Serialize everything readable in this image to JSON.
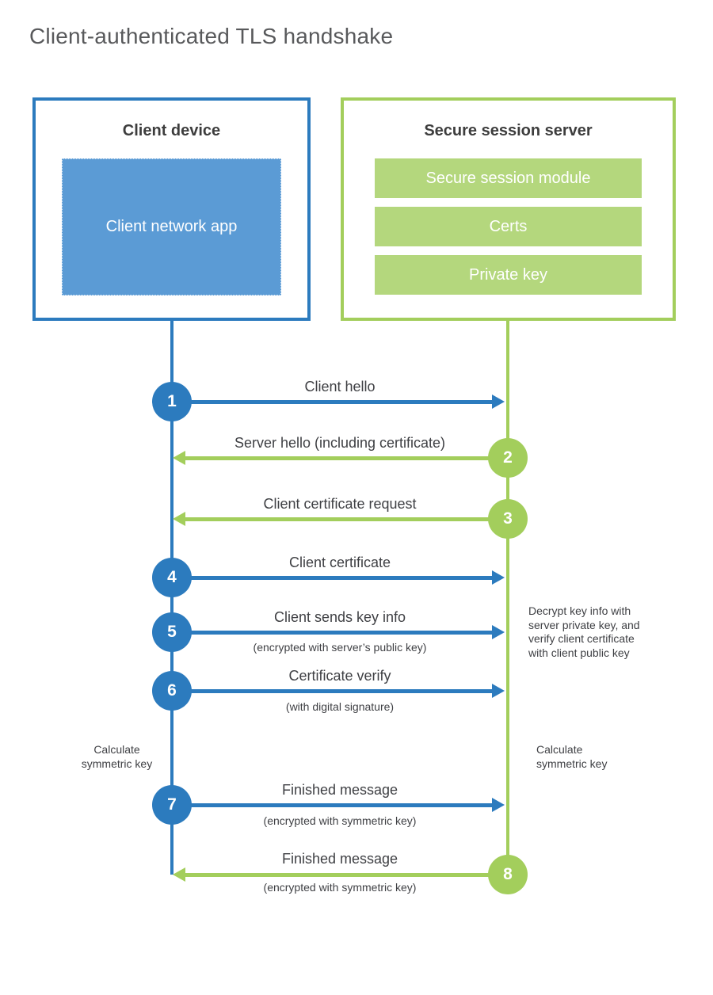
{
  "title": "Client-authenticated TLS handshake",
  "client_box": {
    "title": "Client device",
    "app_label": "Client network app"
  },
  "server_box": {
    "title": "Secure session server",
    "modules": [
      "Secure session module",
      "Certs",
      "Private key"
    ]
  },
  "steps": [
    {
      "number": "1",
      "label": "Client hello",
      "sub": "",
      "direction": "right",
      "from": "client"
    },
    {
      "number": "2",
      "label": "Server hello (including certificate)",
      "sub": "",
      "direction": "left",
      "from": "server"
    },
    {
      "number": "3",
      "label": "Client certificate request",
      "sub": "",
      "direction": "left",
      "from": "server"
    },
    {
      "number": "4",
      "label": "Client certificate",
      "sub": "",
      "direction": "right",
      "from": "client"
    },
    {
      "number": "5",
      "label": "Client sends key info",
      "sub": "(encrypted with server’s public key)",
      "direction": "right",
      "from": "client"
    },
    {
      "number": "6",
      "label": "Certificate verify",
      "sub": "(with digital signature)",
      "direction": "right",
      "from": "client"
    },
    {
      "number": "7",
      "label": "Finished message",
      "sub": "(encrypted with symmetric key)",
      "direction": "right",
      "from": "client"
    },
    {
      "number": "8",
      "label": "Finished message",
      "sub": "(encrypted with symmetric key)",
      "direction": "left",
      "from": "server"
    }
  ],
  "notes": {
    "decrypt": "Decrypt key info with server private key, and verify client certificate with client public key",
    "calc_left": "Calculate symmetric key",
    "calc_right": "Calculate symmetric key"
  },
  "colors": {
    "blue": "#2c7bbe",
    "blue_fill": "#5b9bd5",
    "green": "#a3ce5c",
    "green_fill": "#b4d77d",
    "text": "#3f4044",
    "title_text": "#58595b"
  }
}
